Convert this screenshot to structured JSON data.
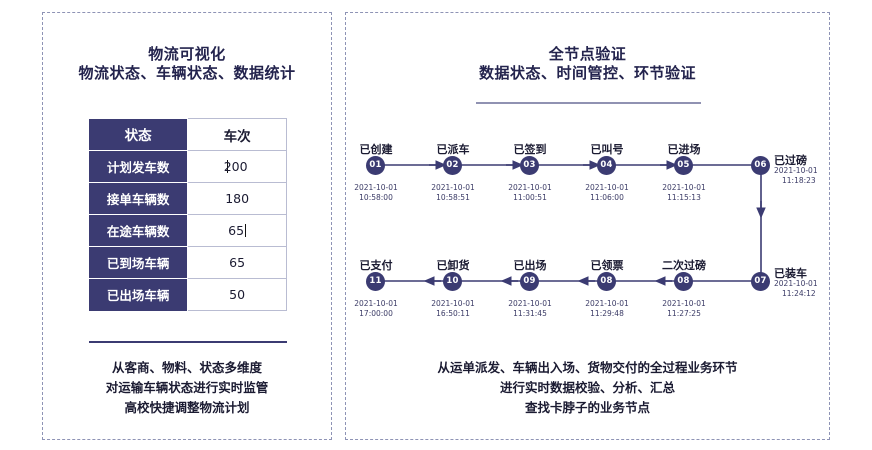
{
  "left_panel": {
    "title_line1": "物流可视化",
    "title_line2": "物流状态、车辆状态、数据统计",
    "table": {
      "headers": [
        "状态",
        "车次"
      ],
      "rows": [
        {
          "label": "计划发车数",
          "value": "200"
        },
        {
          "label": "接单车辆数",
          "value": "180"
        },
        {
          "label": "在途车辆数",
          "value": "65"
        },
        {
          "label": "已到场车辆",
          "value": "65"
        },
        {
          "label": "已出场车辆",
          "value": "50"
        }
      ]
    },
    "caption": [
      "从客商、物料、状态多维度",
      "对运输车辆状态进行实时监管",
      "高校快捷调整物流计划"
    ]
  },
  "right_panel": {
    "title_line1": "全节点验证",
    "title_line2": "数据状态、时间管控、环节验证",
    "flow_row1": [
      {
        "id": "01",
        "label": "已创建",
        "date": "2021-10-01",
        "time": "10:58:00"
      },
      {
        "id": "02",
        "label": "已派车",
        "date": "2021-10-01",
        "time": "10:58:51"
      },
      {
        "id": "03",
        "label": "已签到",
        "date": "2021-10-01",
        "time": "11:00:51"
      },
      {
        "id": "04",
        "label": "已叫号",
        "date": "2021-10-01",
        "time": "11:06:00"
      },
      {
        "id": "05",
        "label": "已进场",
        "date": "2021-10-01",
        "time": "11:15:13"
      }
    ],
    "node_06": {
      "id": "06",
      "label": "已过磅",
      "date": "2021-10-01",
      "time": "11:18:23"
    },
    "node_07": {
      "id": "07",
      "label": "已装车",
      "date": "2021-10-01",
      "time": "11:24:12"
    },
    "flow_row2": [
      {
        "id": "11",
        "label": "已支付",
        "date": "2021-10-01",
        "time": "17:00:00"
      },
      {
        "id": "10",
        "label": "已卸货",
        "date": "2021-10-01",
        "time": "16:50:11"
      },
      {
        "id": "09",
        "label": "已出场",
        "date": "2021-10-01",
        "time": "11:31:45"
      },
      {
        "id": "08",
        "label": "已领票",
        "date": "2021-10-01",
        "time": "11:29:48"
      },
      {
        "id": "08",
        "label": "二次过磅",
        "date": "2021-10-01",
        "time": "11:27:25"
      }
    ],
    "caption": [
      "从运单派发、车辆出入场、货物交付的全过程业务环节",
      "进行实时数据校验、分析、汇总",
      "查找卡脖子的业务节点"
    ]
  },
  "colors": {
    "brand_dark": "#3b3b72",
    "panel_border": "#8e93b5",
    "text_dark": "#1b1b32"
  }
}
